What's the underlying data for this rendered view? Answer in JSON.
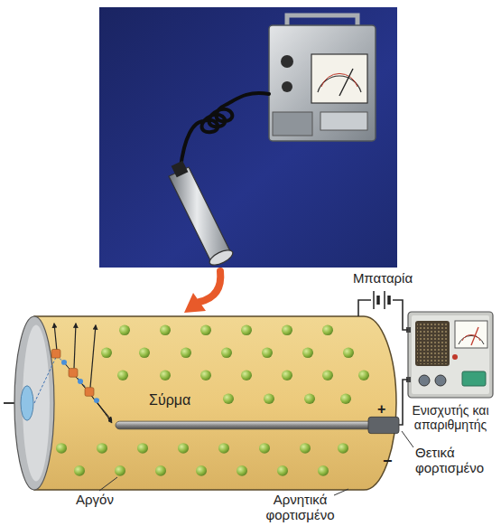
{
  "diagram": {
    "nodes": [
      {
        "text": [
          "Σύρμα"
        ]
      },
      {
        "text": [
          "Ενισχυτής και απαριθμητής"
        ]
      }
    ],
    "edges": [
      {
        "from": 0,
        "to": 1,
        "arrow": "none"
      },
      {
        "from": 0,
        "to": 1,
        "arrow": "none"
      }
    ],
    "labels": [
      "Μπαταρία",
      "+",
      "Θετικά φορτισμένο",
      "Αργόν",
      "Αρνητικά φορτισμένο",
      "−"
    ]
  }
}
